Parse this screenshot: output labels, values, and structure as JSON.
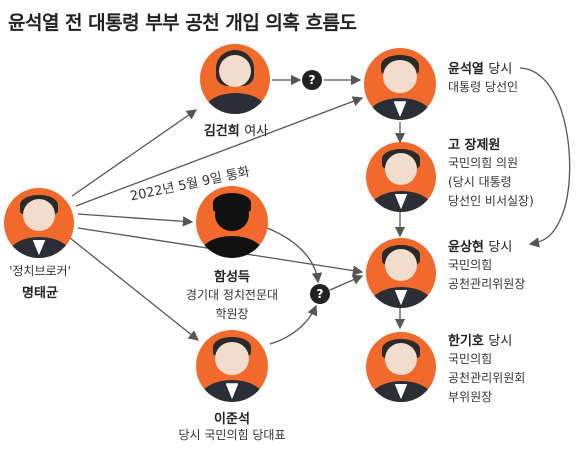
{
  "title": "윤석열 전 대통령 부부 공천 개입 의혹 흐름도",
  "people": {
    "kim_keonhee": {
      "name": "김건희",
      "role": "여사"
    },
    "yoon_sukyeol": {
      "name": "윤석열",
      "role": "당시",
      "desc": [
        "대통령 당선인"
      ]
    },
    "go_jangwon": {
      "name": "고 장제원",
      "desc": [
        "국민의힘 의원",
        "(당시 대통령",
        "당선인 비서실장)"
      ]
    },
    "myung_taegyun": {
      "nickname": "'정치브로커'",
      "name": "명태균"
    },
    "ham_seongdeuk": {
      "name": "함성득",
      "desc": [
        "경기대 정치전문대",
        "학원장"
      ]
    },
    "yoon_sanghyun": {
      "name": "윤상현",
      "role": "당시",
      "desc": [
        "국민의힘",
        "공천관리위원장"
      ]
    },
    "lee_junseok": {
      "name": "이준석",
      "desc": [
        "당시 국민의힘 당대표"
      ]
    },
    "han_giho": {
      "name": "한기호",
      "role": "당시",
      "desc": [
        "국민의힘",
        "공천관리위원회",
        "부위원장"
      ]
    }
  },
  "call_label": "2022년 5월 9일 통화",
  "unknown_marker": "?",
  "colors": {
    "accent": "#f26a2b",
    "line": "#555555",
    "text": "#222222"
  }
}
